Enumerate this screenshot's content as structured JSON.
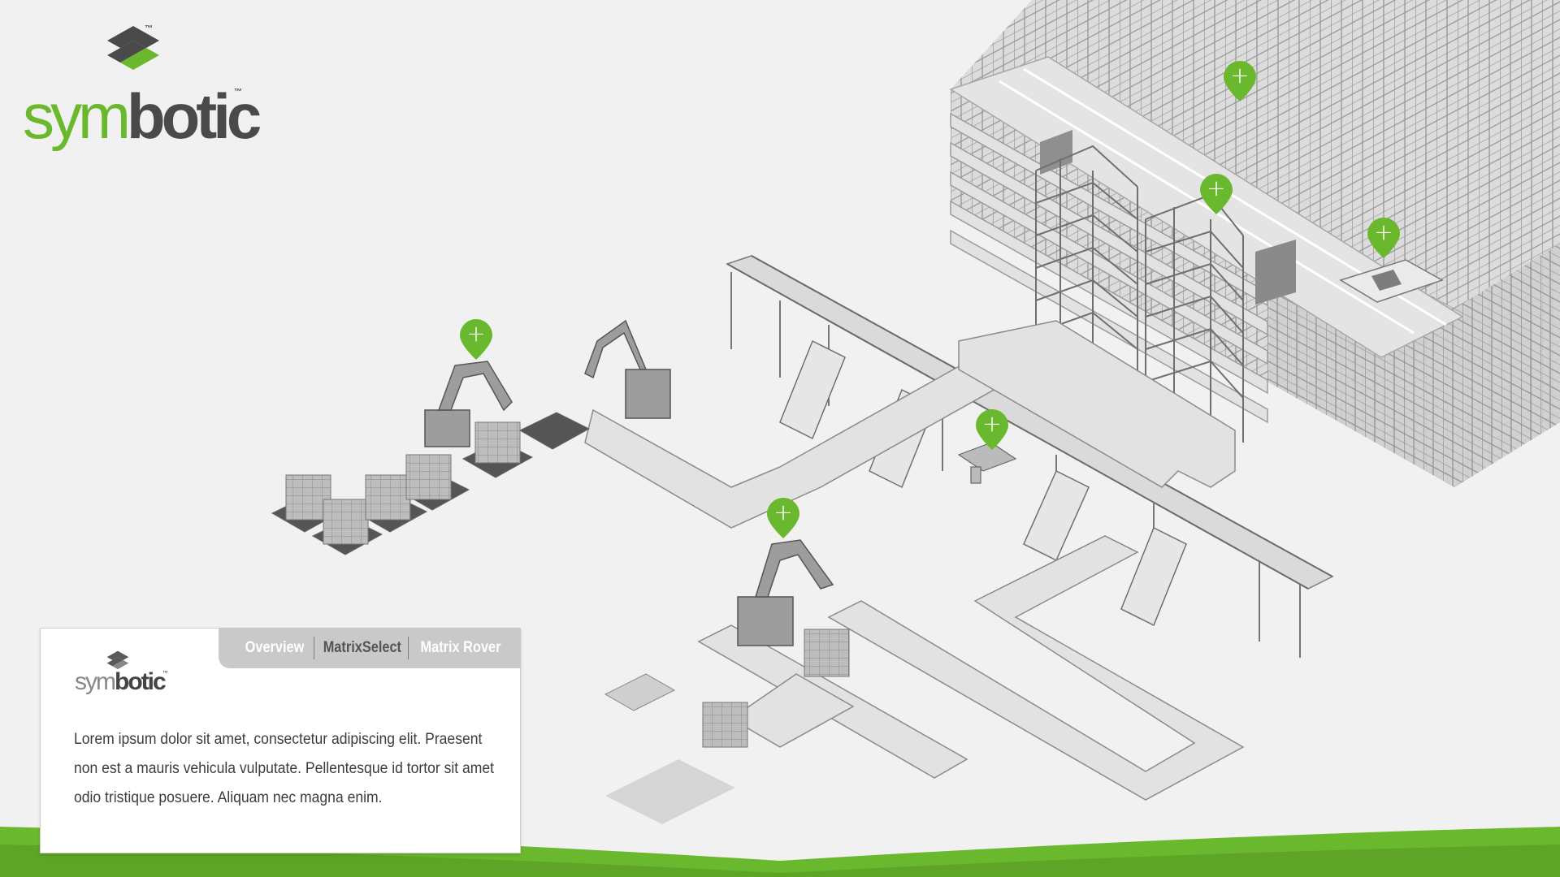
{
  "brand": {
    "wordmark_prefix": "sym",
    "wordmark_suffix": "botic",
    "trademark": "™",
    "colors": {
      "green": "#6ab82e",
      "dark": "#4a4a4a"
    }
  },
  "info_panel": {
    "tabs": [
      {
        "label": "Overview",
        "active": false
      },
      {
        "label": "MatrixSelect",
        "active": true
      },
      {
        "label": "Matrix Rover",
        "active": false
      }
    ],
    "logo": {
      "prefix": "sym",
      "suffix": "botic",
      "trademark": "™"
    },
    "body_text": "Lorem ipsum dolor sit amet, consectetur adipiscing elit. Praesent non est a mauris vehicula vulputate. Pellentesque id tortor sit amet odio tristique posuere. Aliquam nec magna enim."
  },
  "hotspots": [
    {
      "name": "hotspot-robot-palletizer",
      "icon": "plus-icon"
    },
    {
      "name": "hotspot-storage-top",
      "icon": "plus-icon"
    },
    {
      "name": "hotspot-storage-lift",
      "icon": "plus-icon"
    },
    {
      "name": "hotspot-rover-bot",
      "icon": "plus-icon"
    },
    {
      "name": "hotspot-workstation",
      "icon": "plus-icon"
    },
    {
      "name": "hotspot-robot-depalletizer",
      "icon": "plus-icon"
    }
  ],
  "marker_symbol": "+",
  "colors": {
    "background": "#f1f1f1",
    "accent_green": "#6ab82e",
    "tab_gray": "#c9c9c9"
  }
}
